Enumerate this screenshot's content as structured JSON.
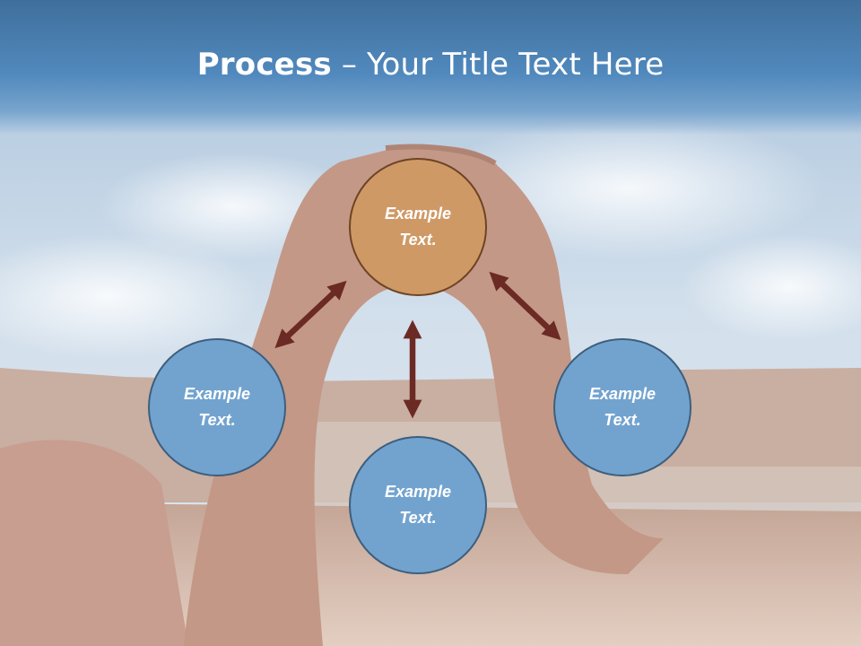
{
  "title": {
    "bold": "Process",
    "rest": " – Your Title Text Here"
  },
  "nodes": [
    {
      "id": "top",
      "label": "Example\nText.",
      "color": "#cf9966",
      "border": "#6e4424"
    },
    {
      "id": "left",
      "label": "Example\nText.",
      "color": "#72a3cf",
      "border": "#3d5f7d"
    },
    {
      "id": "bottom",
      "label": "Example\nText.",
      "color": "#72a3cf",
      "border": "#3d5f7d"
    },
    {
      "id": "right",
      "label": "Example\nText.",
      "color": "#72a3cf",
      "border": "#3d5f7d"
    }
  ],
  "arrow_color": "#6b2a24",
  "connections": [
    {
      "from": "top",
      "to": "left",
      "style": "double-headed arrow"
    },
    {
      "from": "top",
      "to": "bottom",
      "style": "double-headed arrow"
    },
    {
      "from": "top",
      "to": "right",
      "style": "double-headed arrow"
    }
  ],
  "background": {
    "sky": "#bcd0e3",
    "rock": "#c6a89a",
    "description_icon": "arch-landscape-photo"
  }
}
